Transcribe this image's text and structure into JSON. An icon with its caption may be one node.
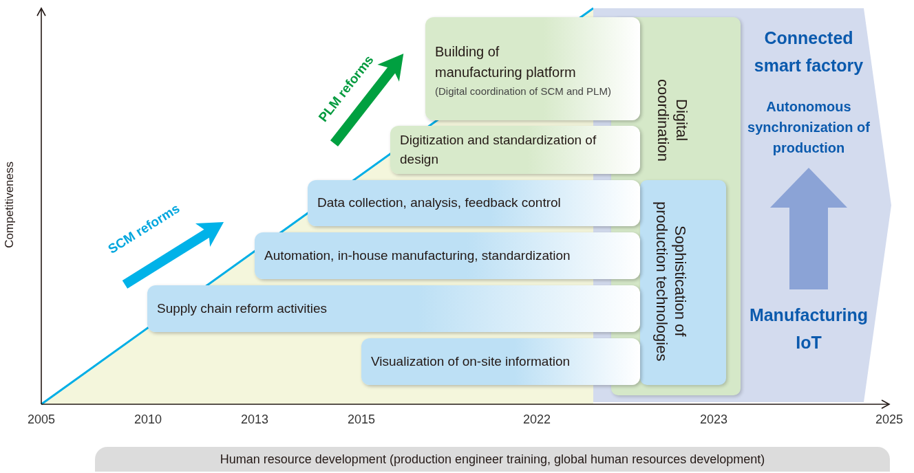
{
  "diagram": {
    "nodes": [
      {
        "text": [],
        "shape": "arrow"
      },
      {
        "text": [
          "Digital coordination"
        ],
        "in": 0
      },
      {
        "text": [
          "Sophistication of production technologies"
        ],
        "in": 1
      },
      {
        "text": [
          "Connected smart factory",
          "Autonomous synchronization of production"
        ],
        "in": 0
      },
      {
        "text": [
          "Manufacturing IoT"
        ],
        "in": 0
      },
      {
        "text": [
          "Building of manufacturing platform",
          "(Digital coordination of SCM and PLM)"
        ]
      },
      {
        "text": [
          "Digitization and standardization of design"
        ]
      },
      {
        "text": [
          "Data collection, analysis, feedback control"
        ]
      },
      {
        "text": [
          "Automation, in-house manufacturing, standardization"
        ]
      },
      {
        "text": [
          "Supply chain reform activities"
        ]
      },
      {
        "text": [
          "Visualization of on-site information"
        ]
      },
      {
        "text": [
          "Human resource development (production engineer training, global human resources development)"
        ]
      }
    ],
    "edges": [
      {
        "from": 4,
        "to": 3,
        "arrow": "to"
      }
    ],
    "labels": [
      "Competitiveness",
      "SCM reforms",
      "PLM reforms",
      "2005",
      "2010",
      "2013",
      "2015",
      "2022",
      "2023",
      "2025"
    ]
  }
}
